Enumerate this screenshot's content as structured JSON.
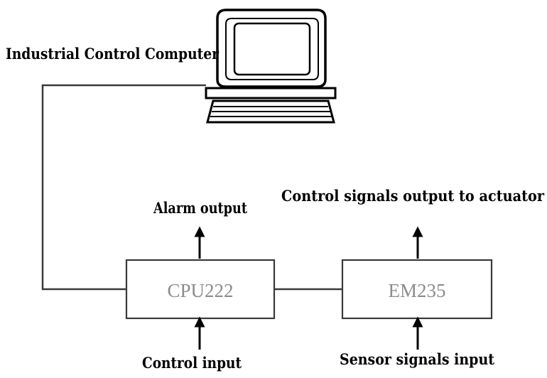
{
  "computer": {
    "label": "Industrial Control Computer"
  },
  "cpu": {
    "label": "CPU222",
    "output_label": "Alarm output",
    "input_label": "Control input"
  },
  "em": {
    "label": "EM235",
    "output_label": "Control signals output to actuator",
    "input_label": "Sensor signals input"
  },
  "icons": {
    "computer": "computer-terminal-icon"
  }
}
